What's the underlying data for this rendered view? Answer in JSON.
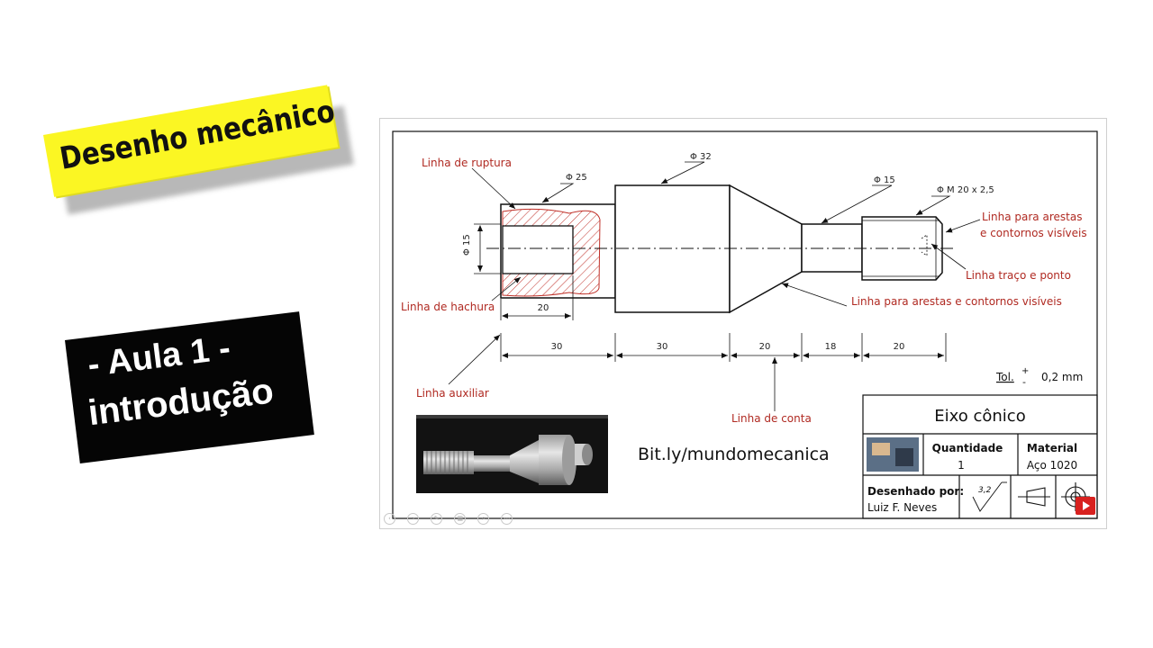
{
  "banner": {
    "title": "Desenho mecânico",
    "lesson_line1": "-    Aula 1 -",
    "lesson_line2": "introdução"
  },
  "drawing": {
    "annotations": {
      "rupture": "Linha de ruptura",
      "hatch": "Linha de hachura",
      "auxiliary": "Linha auxiliar",
      "dimension": "Linha de conta",
      "edges_right_1": "Linha para arestas",
      "edges_right_2": "e contornos visíveis",
      "center_line": "Linha traço e ponto",
      "edges_bottom": "Linha para arestas e contornos visíveis"
    },
    "dimensions": {
      "d25": "Φ 25",
      "d32": "Φ 32",
      "d15_top": "Φ 15",
      "thread": "Φ M 20 x 2,5",
      "d15_side": "Φ 15",
      "bore_len": "20",
      "seg": [
        "30",
        "30",
        "20",
        "18",
        "20"
      ]
    },
    "tolerance": {
      "label": "Tol.",
      "plus": "+",
      "minus": "-",
      "value": "0,2 mm"
    },
    "title_block": {
      "title": "Eixo cônico",
      "qty_label": "Quantidade",
      "qty_value": "1",
      "material_label": "Material",
      "material_value": "Aço 1020",
      "drawn_by_label": "Desenhado por:",
      "drawn_by_value": "Luiz F. Neves",
      "roughness": "3,2"
    },
    "link": "Bit.ly/mundomecanica"
  },
  "colors": {
    "annotation": "#b02a22",
    "yellow": "#fbf623",
    "line": "#111111"
  }
}
